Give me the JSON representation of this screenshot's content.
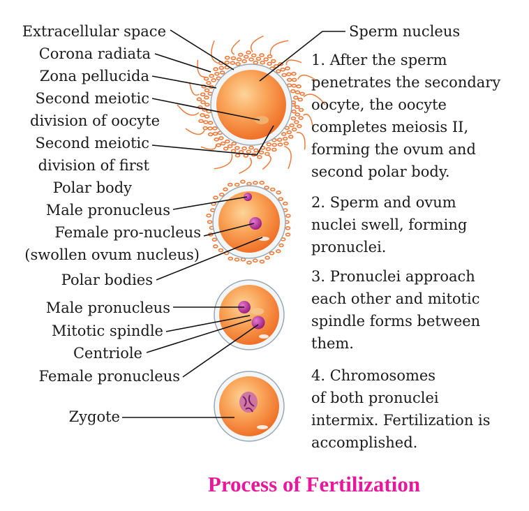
{
  "left_labels": {
    "extracellular_space": "Extracellular space",
    "corona_radiata": "Corona radiata",
    "zona_pellucida": "Zona pellucida",
    "second_meiotic_oocyte": [
      "Second meiotic",
      "division of oocyte"
    ],
    "second_meiotic_polar": [
      "Second meiotic",
      "division of first",
      "Polar body"
    ],
    "male_pronucleus_1": "Male pronucleus",
    "female_pronucleus_1": [
      "Female pro-nucleus",
      "(swollen ovum nucleus)"
    ],
    "polar_bodies": "Polar bodies",
    "male_pronucleus_2": "Male pronucleus",
    "mitotic_spindle": "Mitotic spindle",
    "centriole": "Centriole",
    "female_pronucleus_2": "Female pronucleus",
    "zygote": "Zygote"
  },
  "right_labels": {
    "sperm_nucleus": "Sperm nucleus"
  },
  "steps": [
    [
      "1. After the sperm",
      "penetrates the secondary",
      "oocyte, the oocyte",
      "completes meiosis II,",
      "forming the ovum and",
      "second polar body."
    ],
    [
      "2. Sperm and ovum",
      "nuclei swell, forming",
      "pronuclei."
    ],
    [
      "3. Pronuclei approach",
      "each other and mitotic",
      "spindle forms between",
      "them."
    ],
    [
      "4. Chromosomes",
      "of both pronuclei",
      "intermix. Fertilization is",
      "accomplished."
    ]
  ],
  "title": "Process of Fertilization",
  "colors": {
    "title": "#e8189a",
    "cytoplasm": "#f6883a",
    "pronucleus": "#b0238f",
    "corona": "#ee7a3c"
  }
}
